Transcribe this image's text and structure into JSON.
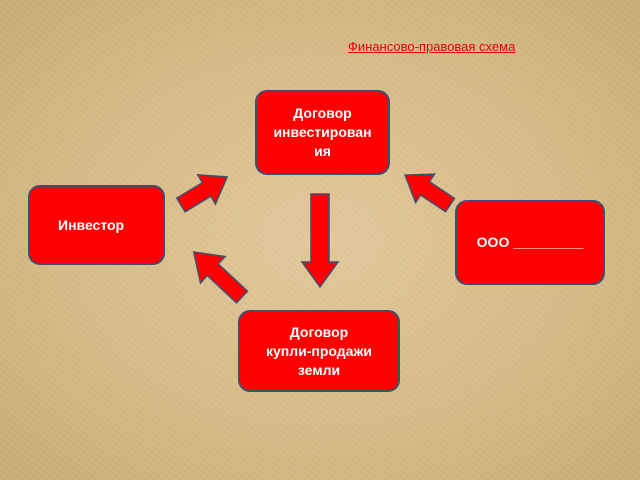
{
  "diagram": {
    "title": "Финансово-правовая схема",
    "nodes": {
      "investment_contract": {
        "lines": [
          "Договор",
          "инвестирован",
          "ия"
        ]
      },
      "investor": {
        "label": "Инвестор"
      },
      "company": {
        "label": "ООО _________"
      },
      "sale_contract": {
        "lines": [
          "Договор",
          "купли-продажи",
          "земли"
        ]
      }
    },
    "edges": [
      {
        "from": "investor",
        "to": "investment_contract"
      },
      {
        "from": "company",
        "to": "investment_contract"
      },
      {
        "from": "investment_contract",
        "to": "sale_contract"
      },
      {
        "from": "sale_contract",
        "to": "investor"
      }
    ],
    "colors": {
      "box_fill": "#ff0000",
      "box_border": "#3f4f6e",
      "title_color": "#e8000f",
      "arrow_fill": "#ff0000",
      "background": "#d9be8e"
    }
  }
}
